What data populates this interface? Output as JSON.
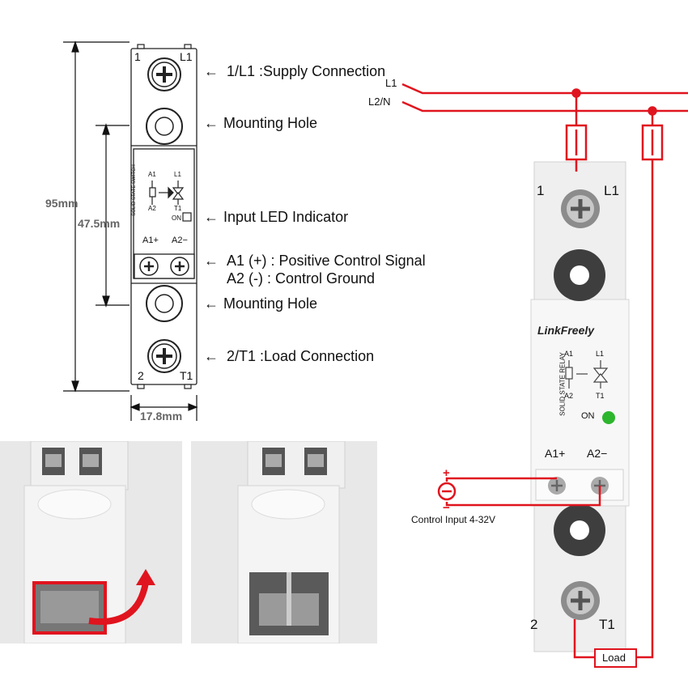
{
  "dimensions": {
    "height_total": "95mm",
    "height_inner": "47.5mm",
    "width": "17.8mm"
  },
  "callouts": {
    "supply": {
      "arrow": "←",
      "text": "1/L1 :Supply Connection"
    },
    "mount_top": {
      "arrow": "←",
      "text": "Mounting Hole"
    },
    "led": {
      "arrow": "←",
      "text": "Input LED Indicator"
    },
    "control_pos": {
      "arrow": "←",
      "text": "A1 (+) : Positive Control Signal"
    },
    "control_neg": {
      "text": "A2 (-) :  Control Ground"
    },
    "mount_bottom": {
      "arrow": "←",
      "text": "Mounting Hole"
    },
    "load": {
      "arrow": "←",
      "text": "2/T1 :Load Connection"
    }
  },
  "drawing": {
    "term_top_left": "1",
    "term_top_right": "L1",
    "term_bottom_left": "2",
    "term_bottom_right": "T1",
    "label_a1": "A1",
    "label_a2": "A2",
    "label_l1": "L1",
    "label_t1": "T1",
    "vertical_text": "SOLID STATE SWITCH",
    "on_label": "ON",
    "ctrl_a1": "A1+",
    "ctrl_a2": "A2−"
  },
  "wiring": {
    "line_l1": "L1",
    "line_l2": "L2/N",
    "load_label": "Load",
    "control_label": "Control Input 4-32V",
    "plus": "+",
    "minus": "−"
  },
  "product": {
    "brand": "LinkFreely",
    "vertical_text": "SOLID STATE RELAY",
    "term_top_left": "1",
    "term_top_right": "L1",
    "term_bottom_left": "2",
    "term_bottom_right": "T1",
    "label_a1": "A1",
    "label_a2": "A2",
    "label_l1": "L1",
    "label_t1": "T1",
    "on_label": "ON",
    "ctrl_a1": "A1+",
    "ctrl_a2": "A2−"
  },
  "colors": {
    "wire_red": "#e0141e",
    "led_green": "#2db52d",
    "arrow_red": "#e0141e"
  }
}
